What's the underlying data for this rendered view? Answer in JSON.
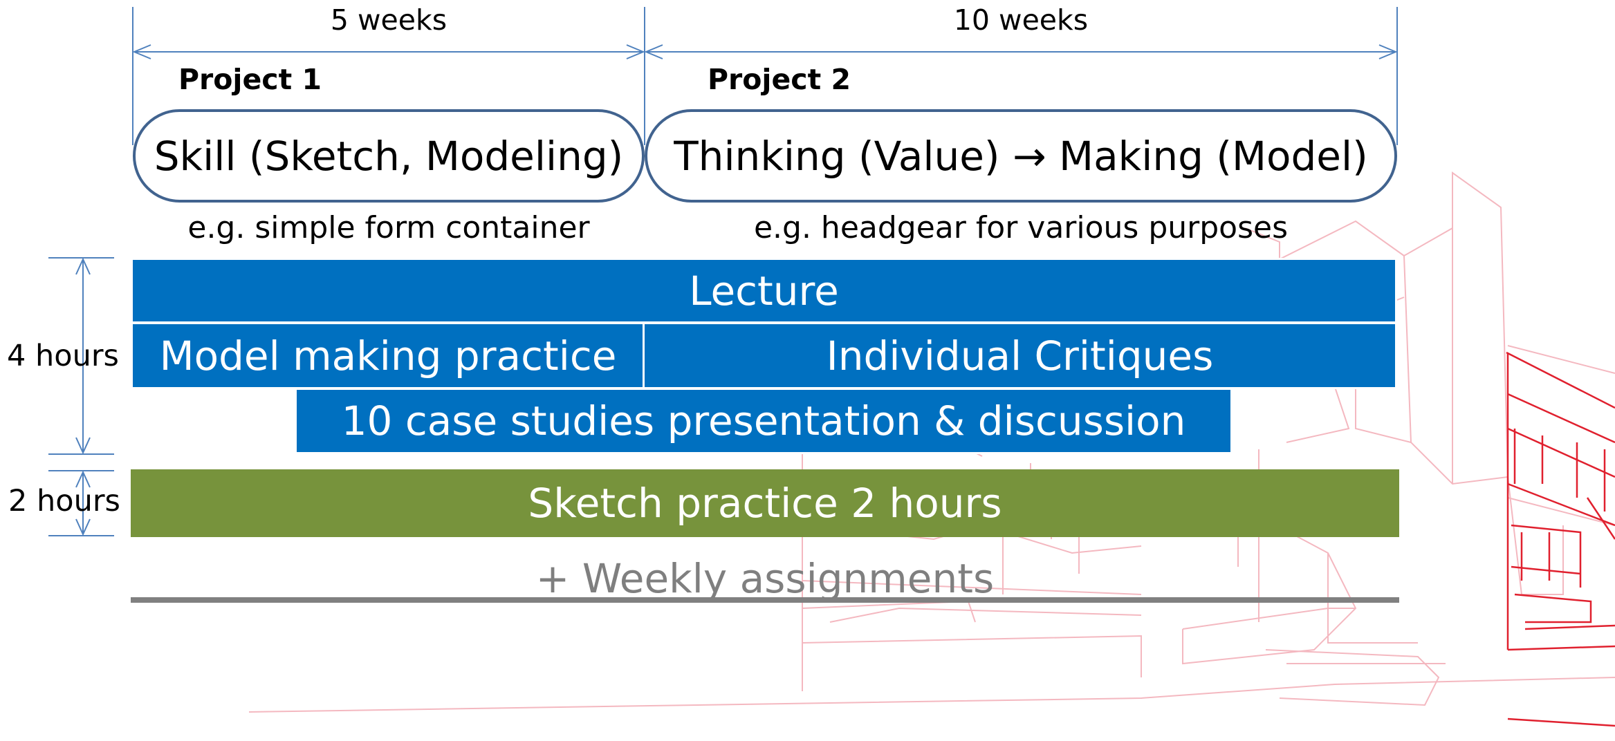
{
  "durations": {
    "project1": "5 weeks",
    "project2": "10 weeks"
  },
  "projects": [
    {
      "title": "Project 1",
      "focus": "Skill (Sketch, Modeling)",
      "example": "e.g. simple form container"
    },
    {
      "title": "Project 2",
      "focus": "Thinking (Value) → Making (Model)",
      "example": "e.g. headgear for various purposes"
    }
  ],
  "activities": {
    "lecture": "Lecture",
    "model_making": "Model making practice",
    "critiques": "Individual Critiques",
    "case_studies": "10 case studies presentation & discussion",
    "sketch": "Sketch practice 2 hours"
  },
  "hours": {
    "block1": "4 hours",
    "block2": "2 hours"
  },
  "weekly_note": "+ Weekly assignments",
  "colors": {
    "blue_bar": "#0070c0",
    "green_bar": "#77933c",
    "pill_border": "#41638f",
    "bracket_line": "#4f81bd",
    "background_art_light": "#f4b8c0",
    "background_art_dark": "#e0202e",
    "weekly_text": "#7f7f7f"
  }
}
